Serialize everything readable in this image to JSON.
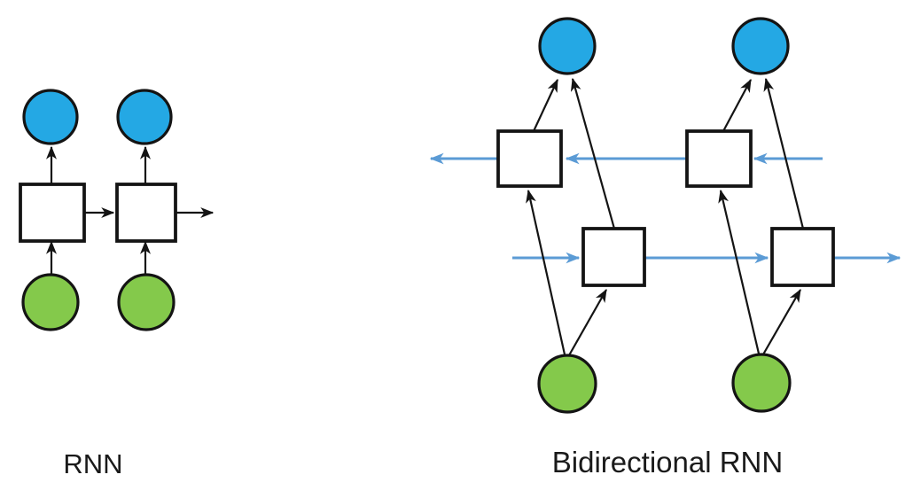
{
  "figures": {
    "rnn": {
      "label": "RNN",
      "description": "Unidirectional recurrent neural network unrolled over 2 time steps",
      "node_roles": {
        "green_circle": "input",
        "white_square": "hidden state",
        "blue_circle": "output"
      },
      "time_steps": 2,
      "hidden_flow_direction": "left-to-right"
    },
    "birnn": {
      "label": "Bidirectional RNN",
      "description": "Bidirectional recurrent neural network unrolled over 2 time steps",
      "node_roles": {
        "green_circle": "input",
        "white_square_forward": "forward hidden state",
        "white_square_backward": "backward hidden state",
        "blue_circle": "output"
      },
      "time_steps": 2,
      "forward_flow_direction": "left-to-right",
      "backward_flow_direction": "right-to-left"
    }
  },
  "colors": {
    "input_fill": "#84C94B",
    "output_fill": "#24A8E4",
    "flow_color": "#5B9BD5",
    "stroke_color": "#141414",
    "text_color": "#1A1A1A"
  }
}
